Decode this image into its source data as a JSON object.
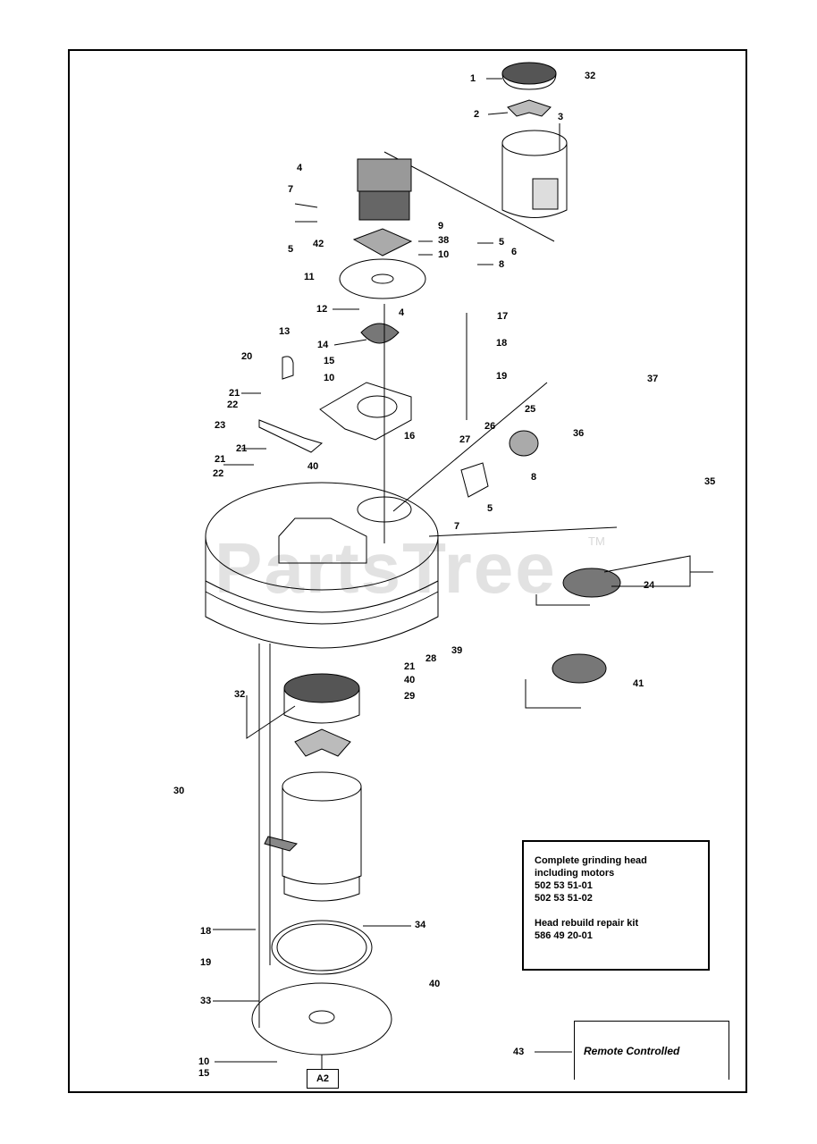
{
  "watermark": {
    "text": "PartsTree",
    "tm": "TM"
  },
  "callouts": [
    "1",
    "32",
    "2",
    "3",
    "4",
    "7",
    "5",
    "42",
    "9",
    "38",
    "10",
    "5",
    "6",
    "8",
    "11",
    "12",
    "4",
    "17",
    "13",
    "14",
    "18",
    "20",
    "15",
    "10",
    "19",
    "37",
    "21",
    "22",
    "23",
    "16",
    "26",
    "27",
    "25",
    "36",
    "21",
    "21",
    "22",
    "40",
    "8",
    "35",
    "7",
    "5",
    "24",
    "39",
    "28",
    "21",
    "40",
    "29",
    "32",
    "41",
    "30",
    "34",
    "18",
    "19",
    "40",
    "33",
    "10",
    "15",
    "43"
  ],
  "part_box": {
    "label": "A2"
  },
  "info": {
    "line1": "Complete grinding head",
    "line2": "including motors",
    "line3": "502 53 51-01",
    "line4": "502 53 51-02",
    "line5": "Head rebuild repair kit",
    "line6": "586 49 20-01"
  },
  "remote_label": "Remote Controlled"
}
